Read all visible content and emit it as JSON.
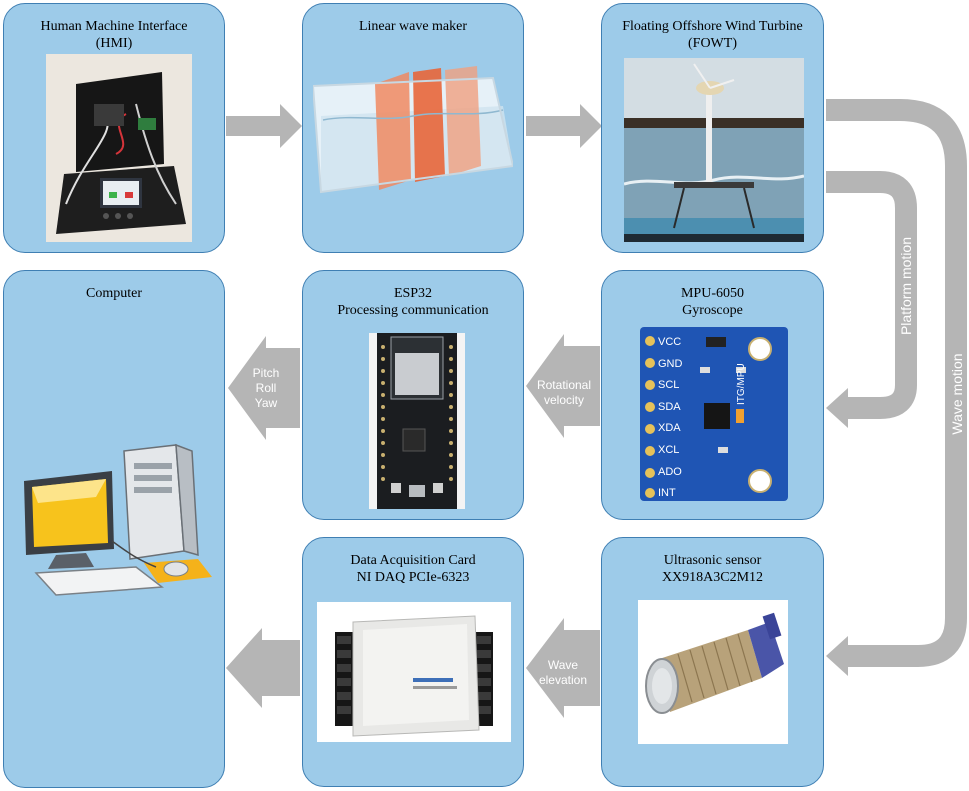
{
  "nodes": {
    "hmi": {
      "title": "Human Machine Interface\n(HMI)"
    },
    "wave_maker": {
      "title": "Linear wave maker"
    },
    "fowt": {
      "title": "Floating Offshore Wind Turbine\n(FOWT)"
    },
    "computer": {
      "title": "Computer"
    },
    "esp32": {
      "title": "ESP32\nProcessing communication"
    },
    "mpu": {
      "title": "MPU-6050\nGyroscope"
    },
    "daq": {
      "title": "Data Acquisition Card\nNI DAQ PCIe-6323"
    },
    "ultrasonic": {
      "title": "Ultrasonic sensor\nXX918A3C2M12"
    }
  },
  "mpu_pins": [
    "VCC",
    "GND",
    "SCL",
    "SDA",
    "XDA",
    "XCL",
    "ADO",
    "INT"
  ],
  "mpu_chip_label": "ITG/MPU",
  "arrows": {
    "esp_to_computer": "Pitch\nRoll\nYaw",
    "mpu_to_esp": "Rotational\nvelocity",
    "ultra_to_daq": "Wave\nelevation",
    "platform_motion": "Platform motion",
    "wave_motion": "Wave motion"
  },
  "colors": {
    "box_fill": "#9dcbe9",
    "box_border": "#3f7fb3",
    "arrow_gray": "#b5b5b5"
  }
}
